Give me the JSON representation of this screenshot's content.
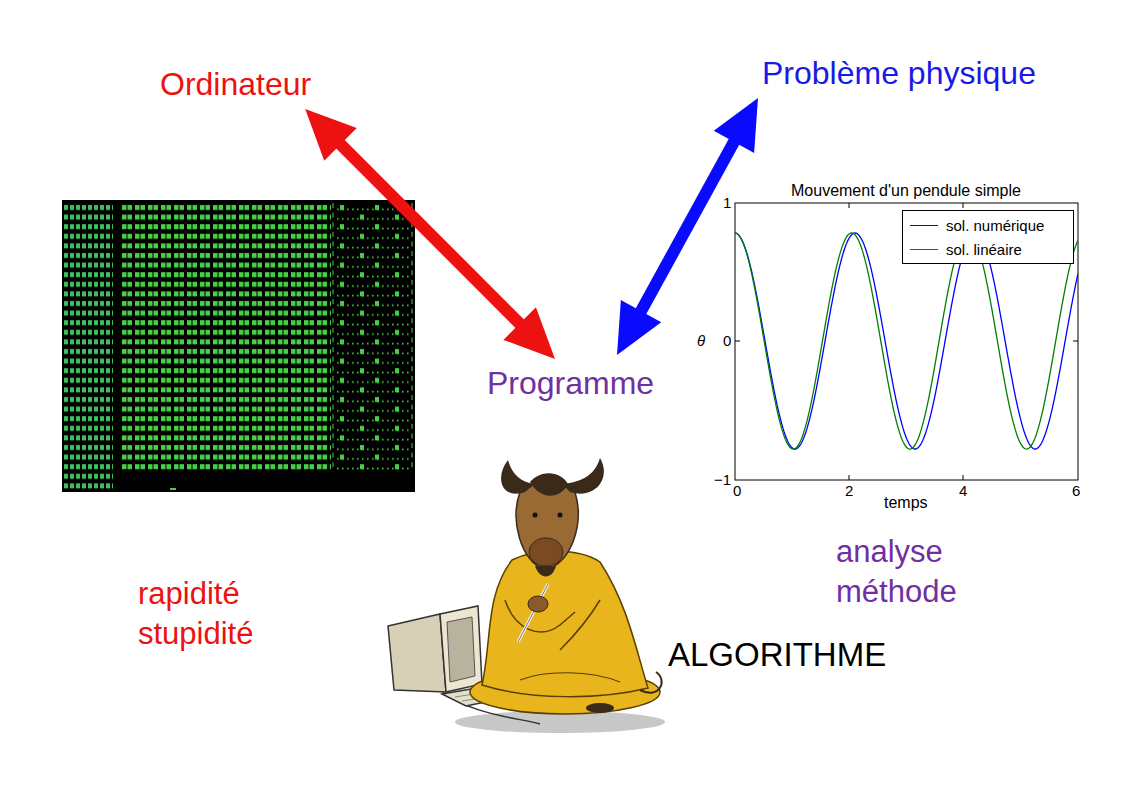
{
  "diagram": {
    "nodes": [
      {
        "text": [
          "Ordinateur"
        ]
      },
      {
        "text": [
          "Problème physique"
        ]
      },
      {
        "text": [
          "Programme"
        ]
      }
    ],
    "edges": [
      {
        "from": 0,
        "to": 2,
        "arrow": "both"
      },
      {
        "from": 2,
        "to": 1,
        "arrow": "both"
      }
    ],
    "labels": [
      "rapidité stupidité",
      "analyse méthode",
      "ALGORITHME",
      "Mouvement d'un pendule simple",
      "θ",
      "temps",
      "1",
      "0",
      "−1",
      "0",
      "2",
      "4",
      "6"
    ],
    "legend": [
      {
        "text": "sol. numérique"
      },
      {
        "text": "sol. linéaire"
      }
    ]
  }
}
